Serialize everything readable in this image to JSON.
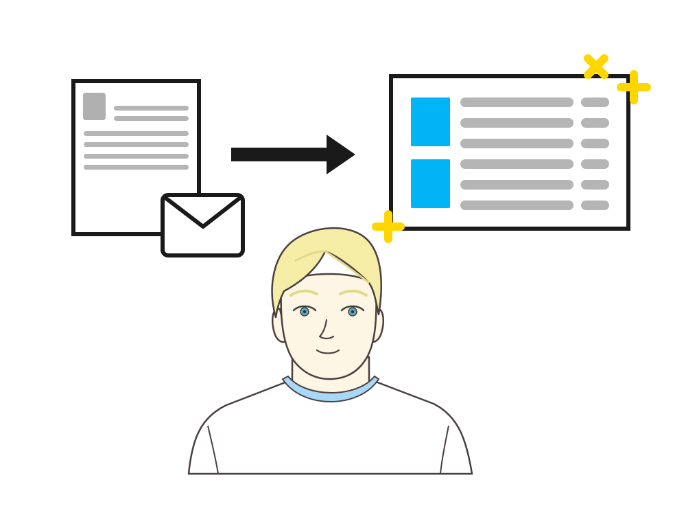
{
  "colors": {
    "background": "#ffffff",
    "outline": "#1a1a1a",
    "placeholder_bar": "#b5b5b5",
    "thumbnail_gray": "#b0b0b0",
    "accent_blue": "#00b4f5",
    "sparkle_yellow": "#ffd600",
    "hair": "#f5eca6",
    "hair_shadow": "#e2d889",
    "skin": "#fdf6e4",
    "skin_outline": "#4a3f3f",
    "eye": "#5aa8c8",
    "collar": "#a8d8f5",
    "shirt": "#ffffff"
  },
  "icons": {
    "document": "document-icon",
    "envelope": "envelope-icon",
    "arrow": "arrow-right-icon",
    "list": "list-panel-icon",
    "sparkles": "sparkle-icon",
    "person": "person-illustration"
  },
  "document": {
    "text_lines": 6
  },
  "list_panel": {
    "groups": 2,
    "rows_per_group": 3
  }
}
